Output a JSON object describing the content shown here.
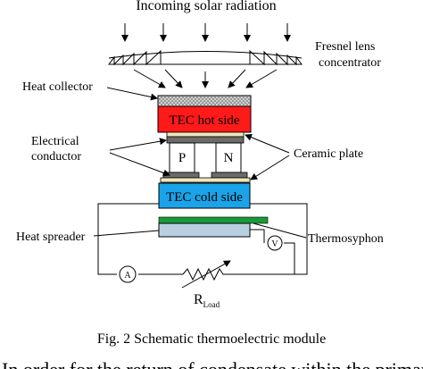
{
  "diagram": {
    "title": "Incoming solar radiation",
    "labels": {
      "fresnel_line1": "Fresnel lens",
      "fresnel_line2": "concentrator",
      "heat_collector": "Heat collector",
      "tec_hot": "TEC hot side",
      "electrical_line1": "Electrical",
      "electrical_line2": "conductor",
      "p": "P",
      "n": "N",
      "ceramic_plate": "Ceramic plate",
      "tec_cold": "TEC cold side",
      "heat_spreader": "Heat spreader",
      "thermosyphon": "Thermosyphon",
      "ammeter": "A",
      "voltmeter": "V",
      "r_load_main": "R",
      "r_load_sub": "Load"
    },
    "colors": {
      "hot_side": "#ff1a1a",
      "cold_side": "#1aa3e8",
      "spreader": "#b8cfe0",
      "thermosyphon": "#1a9a3a",
      "conductor": "#6b6b6b",
      "ceramic": "#f2e6b8"
    }
  },
  "caption": "Fig. 2 Schematic thermoelectric module",
  "body_text": "In order for the return of condensate within the primary"
}
